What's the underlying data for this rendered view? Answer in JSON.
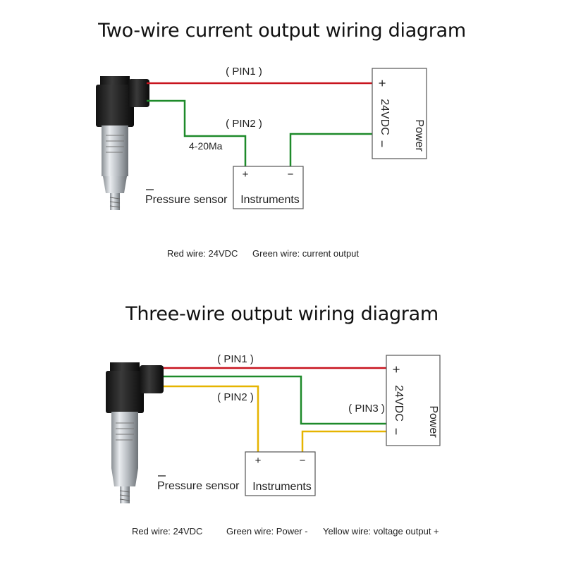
{
  "diagram1": {
    "title": "Two-wire current output wiring diagram",
    "pin1": "( PIN1 )",
    "pin2": "( PIN2 )",
    "signal": "4-20Ma",
    "sensor_label": "Pressure sensor",
    "instruments_label": "Instruments",
    "instr_plus": "+",
    "instr_minus": "−",
    "power_voltage": "24VDC",
    "power_plus": "+",
    "power_minus": "−",
    "power_label": "Power",
    "legend": [
      "Red wire: 24VDC",
      "Green wire: current output"
    ]
  },
  "diagram2": {
    "title": "Three-wire output wiring diagram",
    "pin1": "( PIN1 )",
    "pin2": "( PIN2 )",
    "pin3": "( PIN3 )",
    "sensor_label": "Pressure sensor",
    "instruments_label": "Instruments",
    "instr_plus": "+",
    "instr_minus": "−",
    "power_voltage": "24VDC",
    "power_plus": "+",
    "power_minus": "−",
    "power_label": "Power",
    "legend": [
      "Red wire: 24VDC",
      "Green wire: Power -",
      "Yellow wire: voltage output +"
    ]
  },
  "colors": {
    "red_wire": "#c8141e",
    "green_wire": "#1e8a2a",
    "yellow_wire": "#e6b400"
  }
}
